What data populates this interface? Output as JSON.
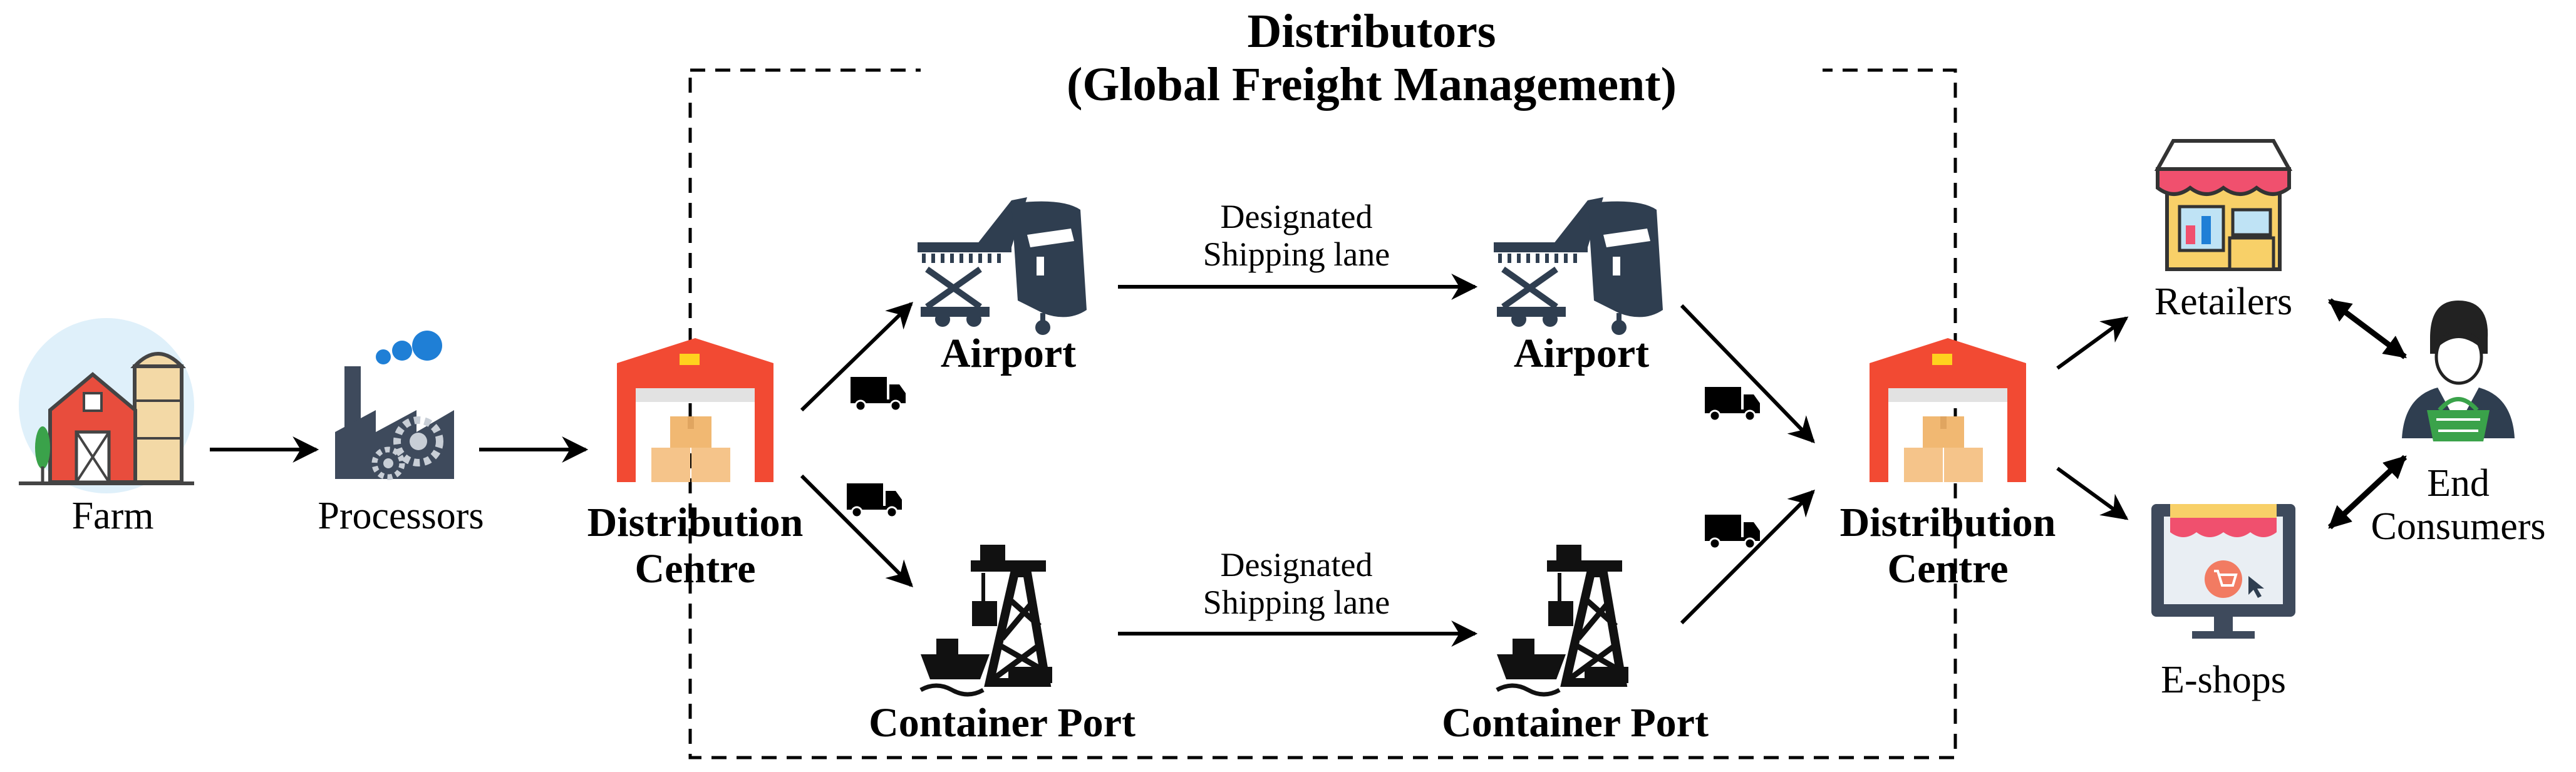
{
  "title": {
    "line1": "Distributors",
    "line2": "(Global Freight Management)"
  },
  "nodes": {
    "farm": "Farm",
    "processors": "Processors",
    "dc_left": {
      "line1": "Distribution",
      "line2": "Centre"
    },
    "airport_left": "Airport",
    "airport_right": "Airport",
    "port_left": "Container Port",
    "port_right": "Container Port",
    "dc_right": {
      "line1": "Distribution",
      "line2": "Centre"
    },
    "retailers": "Retailers",
    "eshops": "E-shops",
    "consumers": {
      "line1": "End",
      "line2": "Consumers"
    }
  },
  "lanes": {
    "air": {
      "line1": "Designated",
      "line2": "Shipping lane"
    },
    "sea": {
      "line1": "Designated",
      "line2": "Shipping lane"
    }
  },
  "icons": {
    "farm": "farm-barn-icon",
    "processors": "factory-icon",
    "warehouse": "warehouse-icon",
    "airport": "cargo-airplane-icon",
    "port": "container-port-crane-icon",
    "truck": "truck-icon",
    "retailers": "storefront-icon",
    "eshops": "online-shop-monitor-icon",
    "consumer": "consumer-with-basket-icon"
  },
  "colors": {
    "warehouse_red": "#f24a33",
    "box_tan": "#f5c48a",
    "airplane_navy": "#2f3e50",
    "factory_slate": "#3e4a5c",
    "smoke_blue": "#1f7fd6",
    "barn_red": "#e84d3d",
    "awning_red": "#f0506e",
    "shop_yellow": "#f8d068"
  }
}
